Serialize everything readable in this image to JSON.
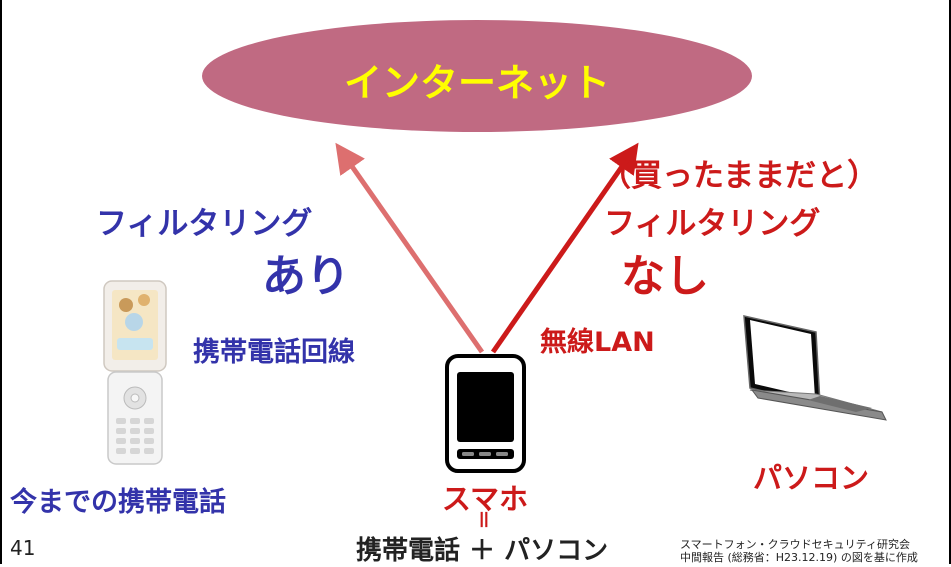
{
  "internet_label": "インターネット",
  "left": {
    "filtering": "フィルタリング",
    "status": "あり",
    "line": "携帯電話回線",
    "device": "今までの携帯電話"
  },
  "right": {
    "note": "（買ったままだと）",
    "filtering": "フィルタリング",
    "status": "なし",
    "line": "無線LAN",
    "device": "パソコン"
  },
  "center": {
    "device": "スマホ",
    "equals": "＝",
    "equation": "携帯電話 ＋ パソコン"
  },
  "page_number": "41",
  "source": {
    "line1": "スマートフォン・クラウドセキュリティ研究会",
    "line2": "中間報告 (総務省：H23.12.19) の図を基に作成"
  },
  "colors": {
    "ellipse": "#c06a82",
    "ellipse_text": "#ffff00",
    "arrow_left": "#dd6f6f",
    "arrow_right": "#cc1a1a",
    "blue_text": "#3333aa",
    "red_text": "#cc1a1a"
  },
  "icons": [
    "feature-phone-icon",
    "smartphone-icon",
    "laptop-icon"
  ]
}
